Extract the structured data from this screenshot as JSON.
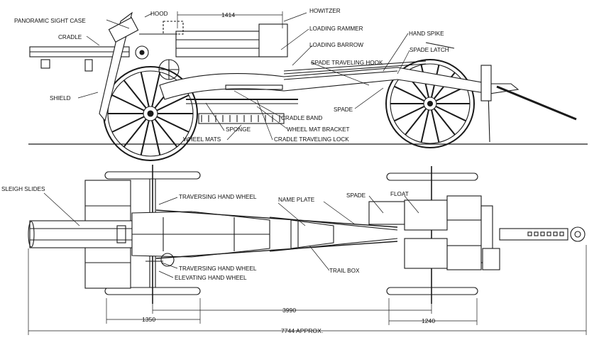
{
  "side_view": {
    "labels": {
      "hood": "HOOD",
      "howitzer": "HOWITZER",
      "panoramic_sight_case": "PANORAMIC SIGHT CASE",
      "cradle": "CRADLE",
      "loading_rammer": "LOADING RAMMER",
      "loading_barrow": "LOADING BARROW",
      "hand_spike": "HAND SPIKE",
      "spade_latch": "SPADE LATCH",
      "spade_traveling_hook": "SPADE TRAVELING HOOK",
      "shield": "SHIELD",
      "spade": "SPADE",
      "cradle_band": "CRADLE BAND",
      "sponge": "SPONGE",
      "wheel_mat_bracket": "WHEEL MAT BRACKET",
      "wheel_mats": "WHEEL MATS",
      "cradle_traveling_lock": "CRADLE TRAVELING LOCK"
    },
    "dimension_hood": "1414"
  },
  "plan_view": {
    "labels": {
      "sleigh_slides": "SLEIGH SLIDES",
      "traversing_hand_wheel_top": "TRAVERSING HAND WHEEL",
      "name_plate": "NAME PLATE",
      "spade": "SPADE",
      "float": "FLOAT",
      "traversing_hand_wheel_bottom": "TRAVERSING HAND WHEEL",
      "elevating_hand_wheel": "ELEVATING HAND WHEEL",
      "trail_box": "TRAIL BOX"
    },
    "dimensions": {
      "track_left": "1350",
      "wheelbase": "3990",
      "track_right": "1240",
      "overall": "7744 APPROX."
    }
  }
}
